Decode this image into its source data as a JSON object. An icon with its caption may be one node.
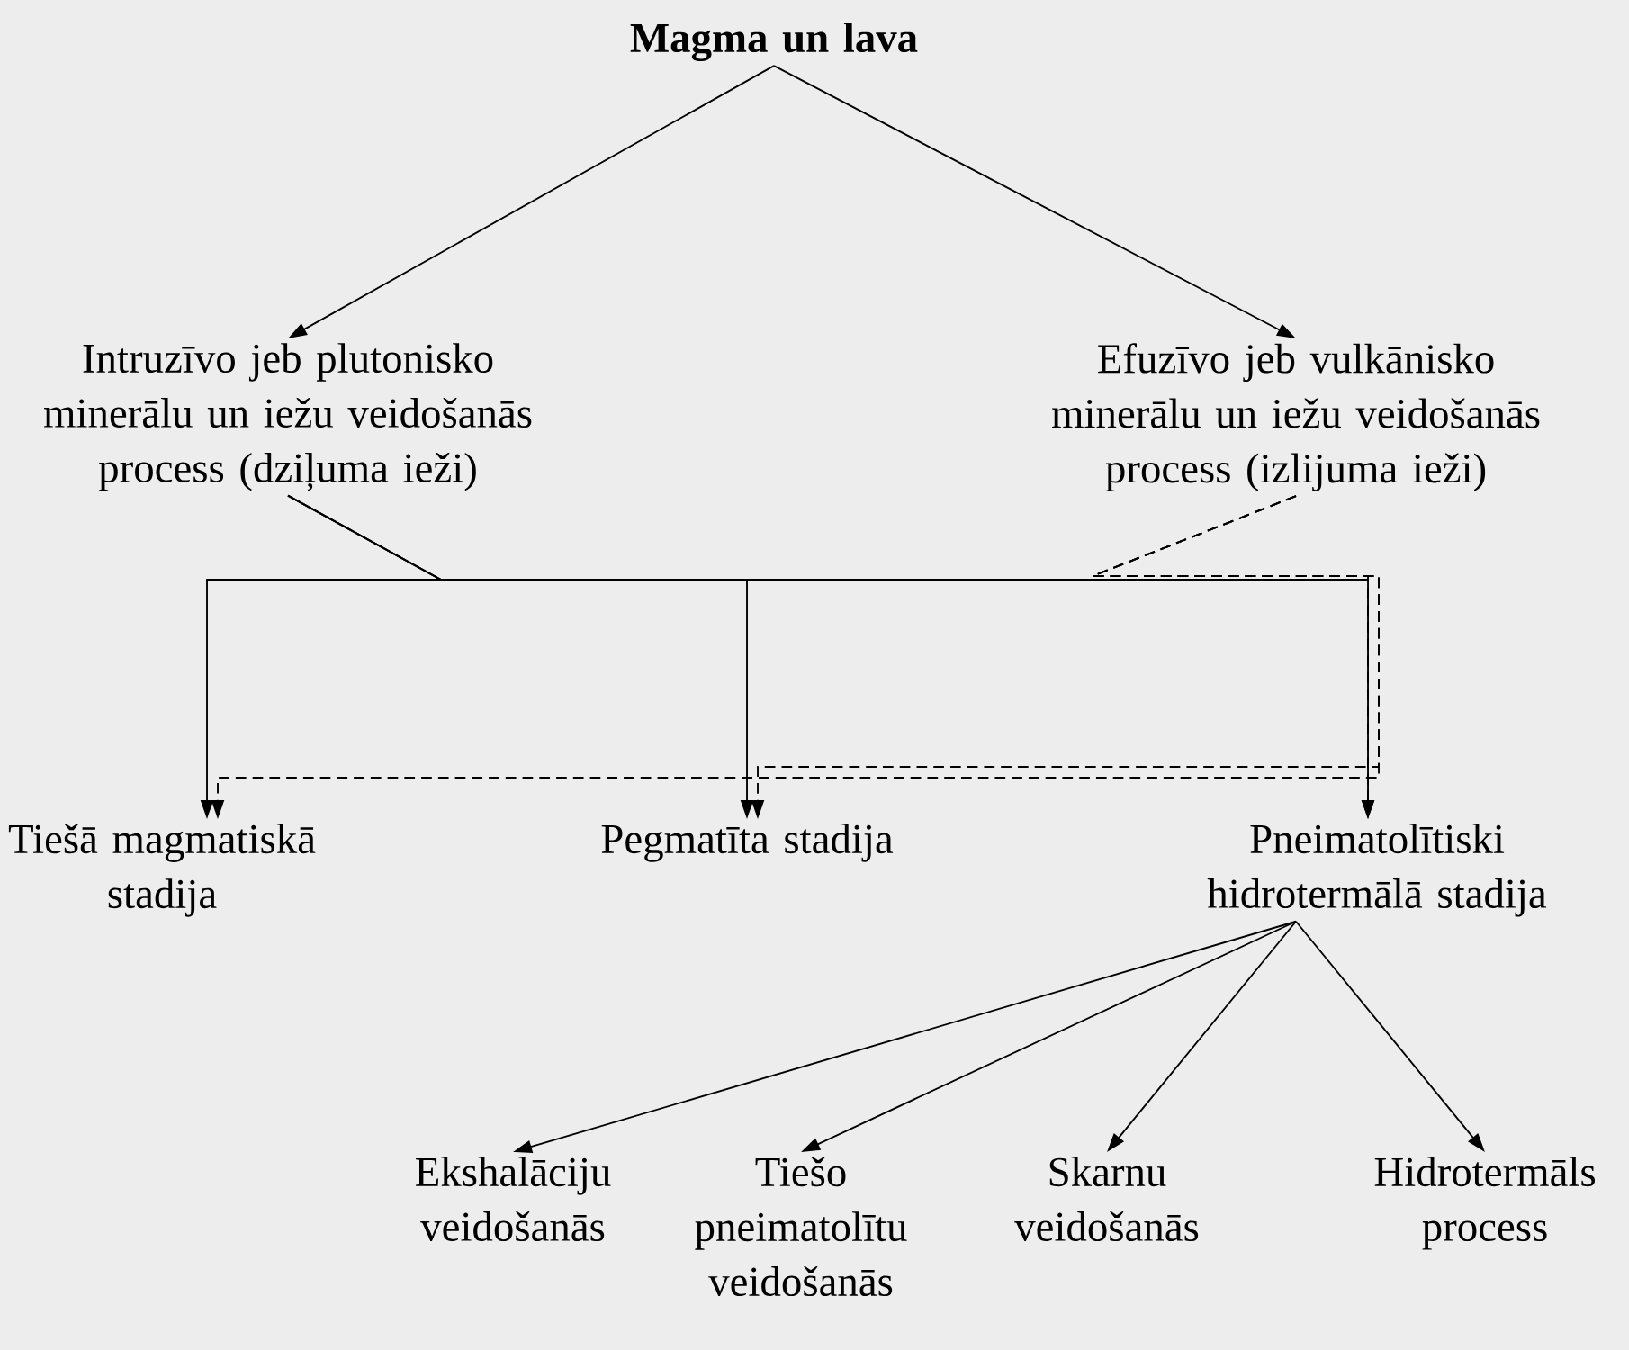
{
  "diagram": {
    "nodes": [
      {
        "text": [
          "Magma un lava"
        ]
      },
      {
        "text": [
          "Intruzīvo jeb plutonisko minerālu un iežu veidošanās process (dziļuma ieži)"
        ]
      },
      {
        "text": [
          "Efuzīvo jeb vulkānisko minerālu un iežu veidošanās process (izlijuma ieži)"
        ]
      },
      {
        "text": [
          "Tiešā magmatiskā stadija"
        ]
      },
      {
        "text": [
          "Pegmatīta stadija"
        ]
      },
      {
        "text": [
          "Pneimatolītiski hidrotermālā stadija"
        ]
      },
      {
        "text": [
          "Ekshalāciju veidošanās"
        ]
      },
      {
        "text": [
          "Tiešo pneimatolītu veidošanās"
        ]
      },
      {
        "text": [
          "Skarnu veidošanās"
        ]
      },
      {
        "text": [
          "Hidrotermāls process"
        ]
      }
    ],
    "edges": [
      {
        "from": 0,
        "to": 1,
        "arrow": "to"
      },
      {
        "from": 0,
        "to": 2,
        "arrow": "to"
      },
      {
        "from": 1,
        "to": 3,
        "arrow": "to"
      },
      {
        "from": 1,
        "to": 4,
        "arrow": "to"
      },
      {
        "from": 1,
        "to": 5,
        "arrow": "to"
      },
      {
        "from": 2,
        "to": 5,
        "arrow": "to",
        "style": "dashed"
      },
      {
        "from": 2,
        "to": 4,
        "arrow": "to",
        "style": "dashed"
      },
      {
        "from": 2,
        "to": 3,
        "arrow": "to",
        "style": "dashed"
      },
      {
        "from": 5,
        "to": 6,
        "arrow": "to"
      },
      {
        "from": 5,
        "to": 7,
        "arrow": "to"
      },
      {
        "from": 5,
        "to": 8,
        "arrow": "to"
      },
      {
        "from": 5,
        "to": 9,
        "arrow": "to"
      }
    ]
  }
}
